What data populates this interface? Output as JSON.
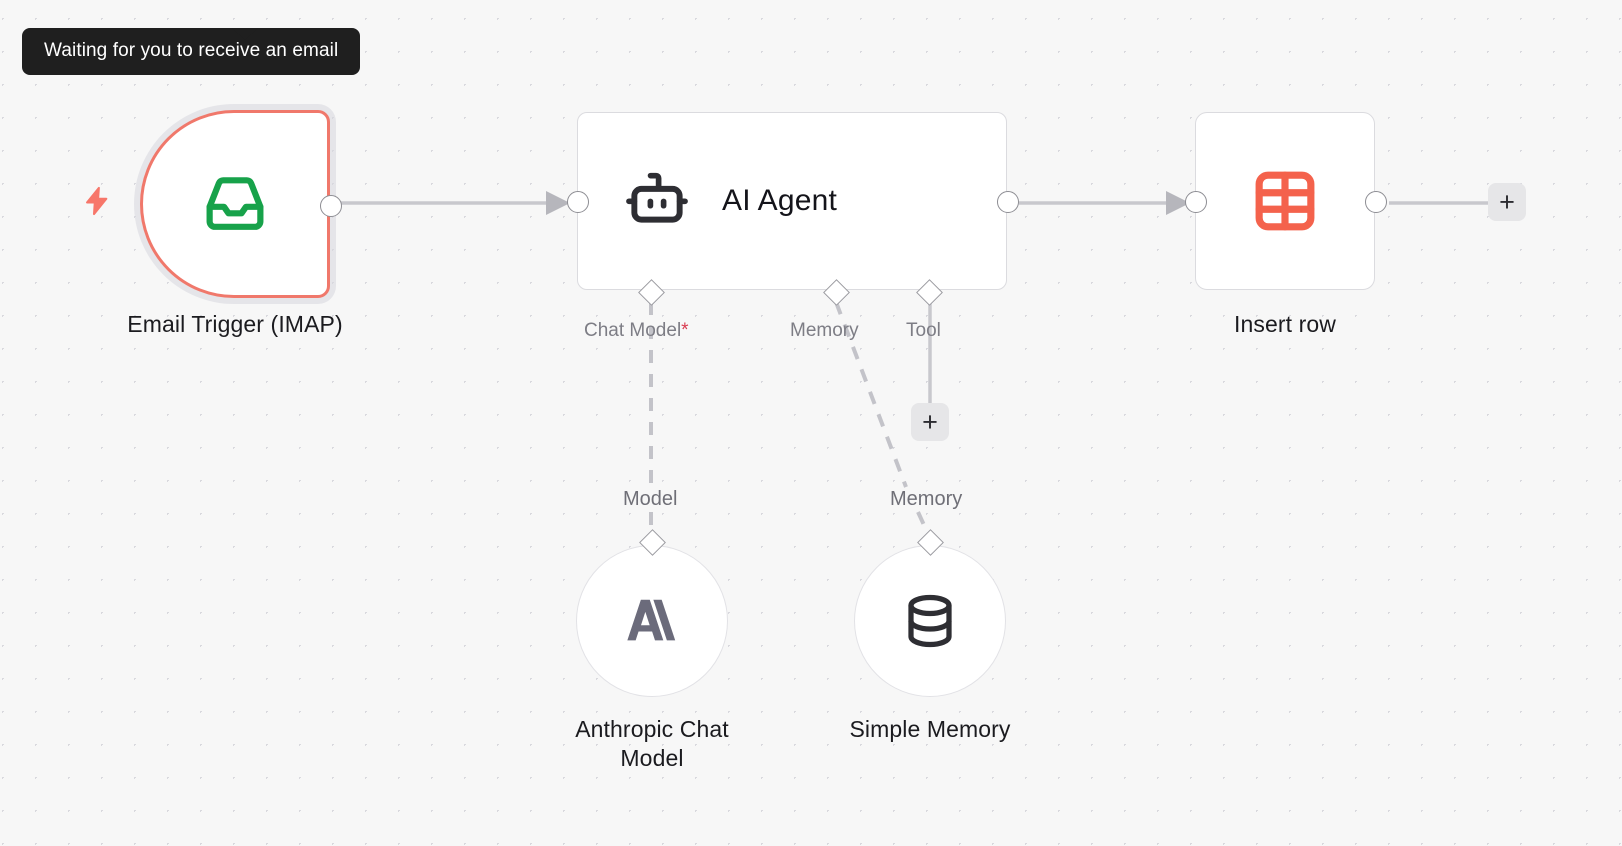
{
  "canvas": {
    "background_color": "#f7f7f7",
    "grid_dot_color": "#d9d9de"
  },
  "tooltip": {
    "text": "Waiting for you to receive an email",
    "background_color": "#1f1f1f",
    "text_color": "#ffffff"
  },
  "nodes": [
    {
      "id": "email-trigger",
      "label": "Email Trigger (IMAP)",
      "type": "trigger",
      "icon": "inbox-icon",
      "icon_color": "#17a24a",
      "border_color": "#f0786b",
      "status": "waiting"
    },
    {
      "id": "ai-agent",
      "label": "AI Agent",
      "title": "AI Agent",
      "type": "agent",
      "icon": "robot-icon",
      "icon_color": "#2e2e33",
      "border_color": "#dbdbdf"
    },
    {
      "id": "insert-row",
      "label": "Insert row",
      "type": "action",
      "icon": "table-grid-icon",
      "icon_color": "#f4624c",
      "border_color": "#dbdbdf"
    },
    {
      "id": "anthropic-chat-model",
      "label": "Anthropic Chat Model",
      "label_line1": "Anthropic Chat",
      "label_line2": "Model",
      "type": "sub-node",
      "icon": "anthropic-logo-icon",
      "icon_color": "#6b6b7b"
    },
    {
      "id": "simple-memory",
      "label": "Simple Memory",
      "type": "sub-node",
      "icon": "database-icon",
      "icon_color": "#2e2e33"
    }
  ],
  "agent_ports": [
    {
      "id": "chat-model",
      "label": "Chat Model",
      "required": true,
      "required_marker": "*"
    },
    {
      "id": "memory",
      "label": "Memory",
      "required": false,
      "required_marker": ""
    },
    {
      "id": "tool",
      "label": "Tool",
      "required": false,
      "required_marker": ""
    }
  ],
  "connection_labels": {
    "model": "Model",
    "memory": "Memory"
  },
  "buttons": {
    "add_tool": "+",
    "add_next_node": "+"
  },
  "icons": {
    "trigger_bolt": "lightning-bolt-icon",
    "bolt_color": "#f7766a"
  }
}
